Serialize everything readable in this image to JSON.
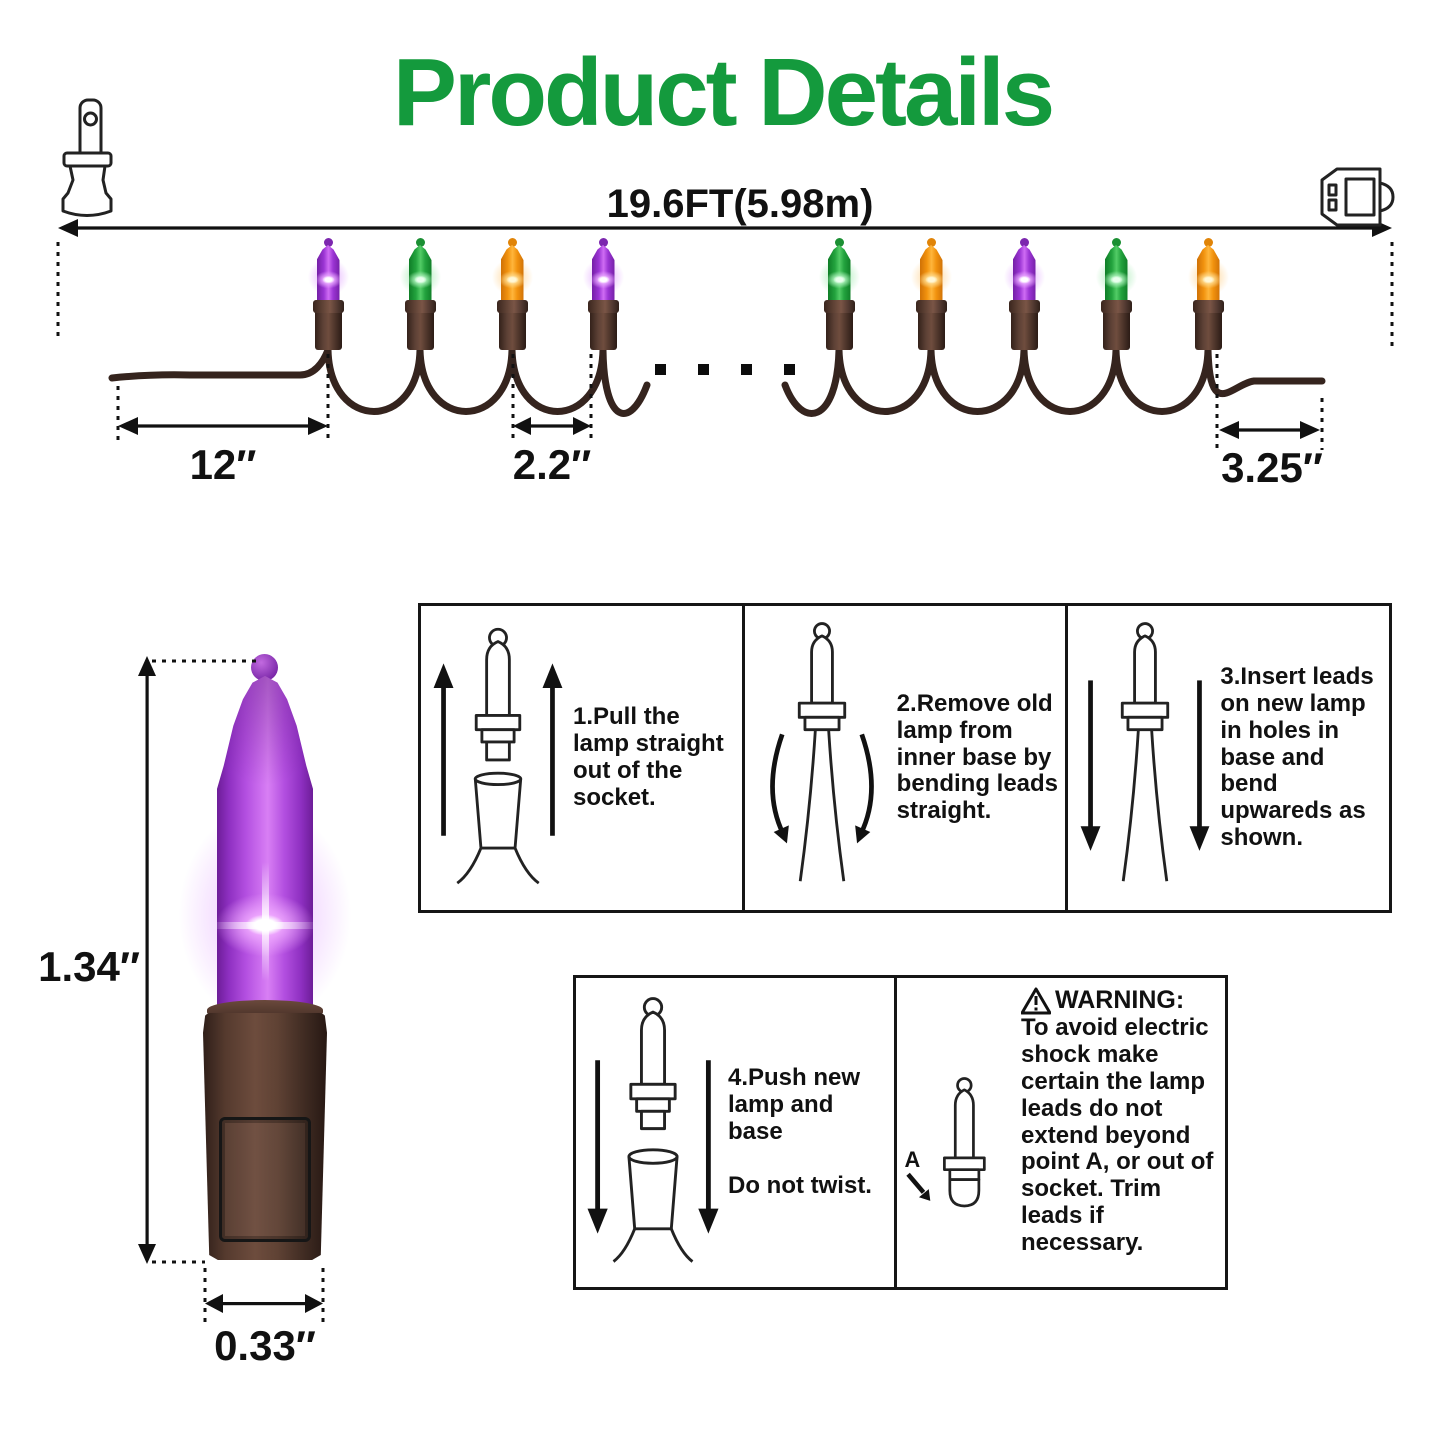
{
  "title": "Product Details",
  "string_diagram": {
    "total_length": "19.6FT(5.98m)",
    "plug_to_first_bulb": "12″",
    "bulb_spacing": "2.2″",
    "last_bulb_to_end": "3.25″",
    "left_bulbs": [
      "purple",
      "green",
      "orange",
      "purple"
    ],
    "right_bulbs": [
      "green",
      "orange",
      "purple",
      "green",
      "orange"
    ],
    "separator_dot_count": 4
  },
  "bulb_detail": {
    "height": "1.34″",
    "width": "0.33″"
  },
  "steps": [
    {
      "text": "1.Pull the lamp straight out of the socket."
    },
    {
      "text": "2.Remove old lamp from inner base by bending leads straight."
    },
    {
      "text": "3.Insert leads on new lamp in holes in base and bend upwareds as shown."
    },
    {
      "line1": "4.Push new lamp and base",
      "line2": "Do not twist."
    }
  ],
  "warning": {
    "title": "WARNING:",
    "body": "To avoid electric shock make certain the lamp leads do not extend beyond point A, or out of socket. Trim leads if necessary.",
    "point_label": "A"
  },
  "colors": {
    "accent_green": "#149a3d",
    "text": "#111111",
    "wire": "#35241e",
    "socket_brown": "#5d4136",
    "bulbs": {
      "purple": {
        "dark": "#741fa6",
        "mid": "#9b35d4",
        "light": "#cf6cf4",
        "core": "#ffffff",
        "halo": "#e9a8ff",
        "tip": "#7c27ae",
        "glow": "rgba(200,90,255,0.55)"
      },
      "green": {
        "dark": "#0f7d27",
        "mid": "#23a33e",
        "light": "#52cc66",
        "core": "#eaffee",
        "halo": "#a9f0b8",
        "tip": "#1b8f33",
        "glow": "rgba(60,210,90,0.5)"
      },
      "orange": {
        "dark": "#cf7106",
        "mid": "#f2930f",
        "light": "#ffb63c",
        "core": "#fff8d8",
        "halo": "#ffd98a",
        "tip": "#e08408",
        "glow": "rgba(255,170,40,0.55)"
      }
    }
  }
}
